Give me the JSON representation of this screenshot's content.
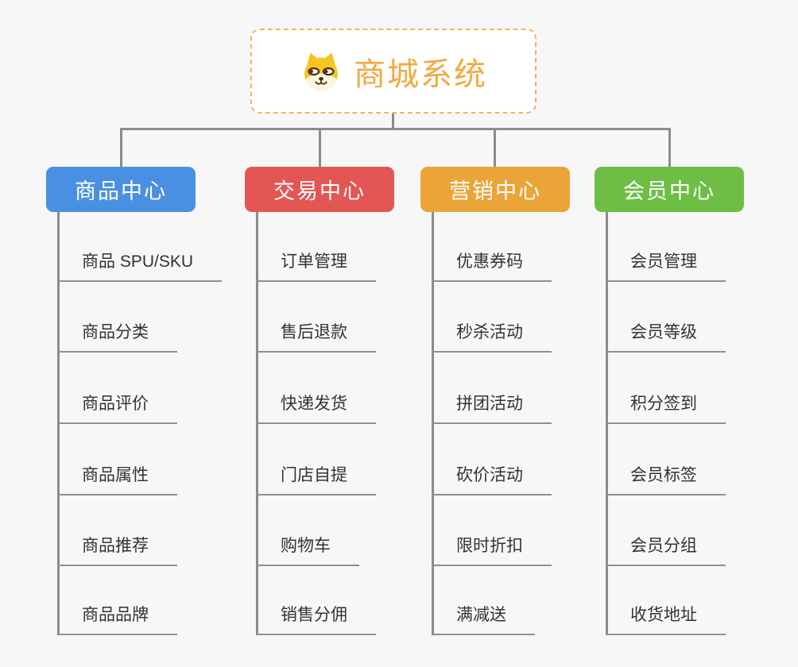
{
  "root": {
    "title": "商城系统",
    "icon": "dog-face-icon",
    "title_color": "#F2A93E",
    "border_color": "#F0B75F"
  },
  "connector_color": "#8C8C8C",
  "branches": [
    {
      "label": "商品中心",
      "color": "#4A90E2",
      "children": [
        "商品 SPU/SKU",
        "商品分类",
        "商品评价",
        "商品属性",
        "商品推荐",
        "商品品牌"
      ]
    },
    {
      "label": "交易中心",
      "color": "#E35654",
      "children": [
        "订单管理",
        "售后退款",
        "快递发货",
        "门店自提",
        "购物车",
        "销售分佣"
      ]
    },
    {
      "label": "营销中心",
      "color": "#EAA437",
      "children": [
        "优惠券码",
        "秒杀活动",
        "拼团活动",
        "砍价活动",
        "限时折扣",
        "满减送"
      ]
    },
    {
      "label": "会员中心",
      "color": "#6EBE45",
      "children": [
        "会员管理",
        "会员等级",
        "积分签到",
        "会员标签",
        "会员分组",
        "收货地址"
      ]
    }
  ]
}
